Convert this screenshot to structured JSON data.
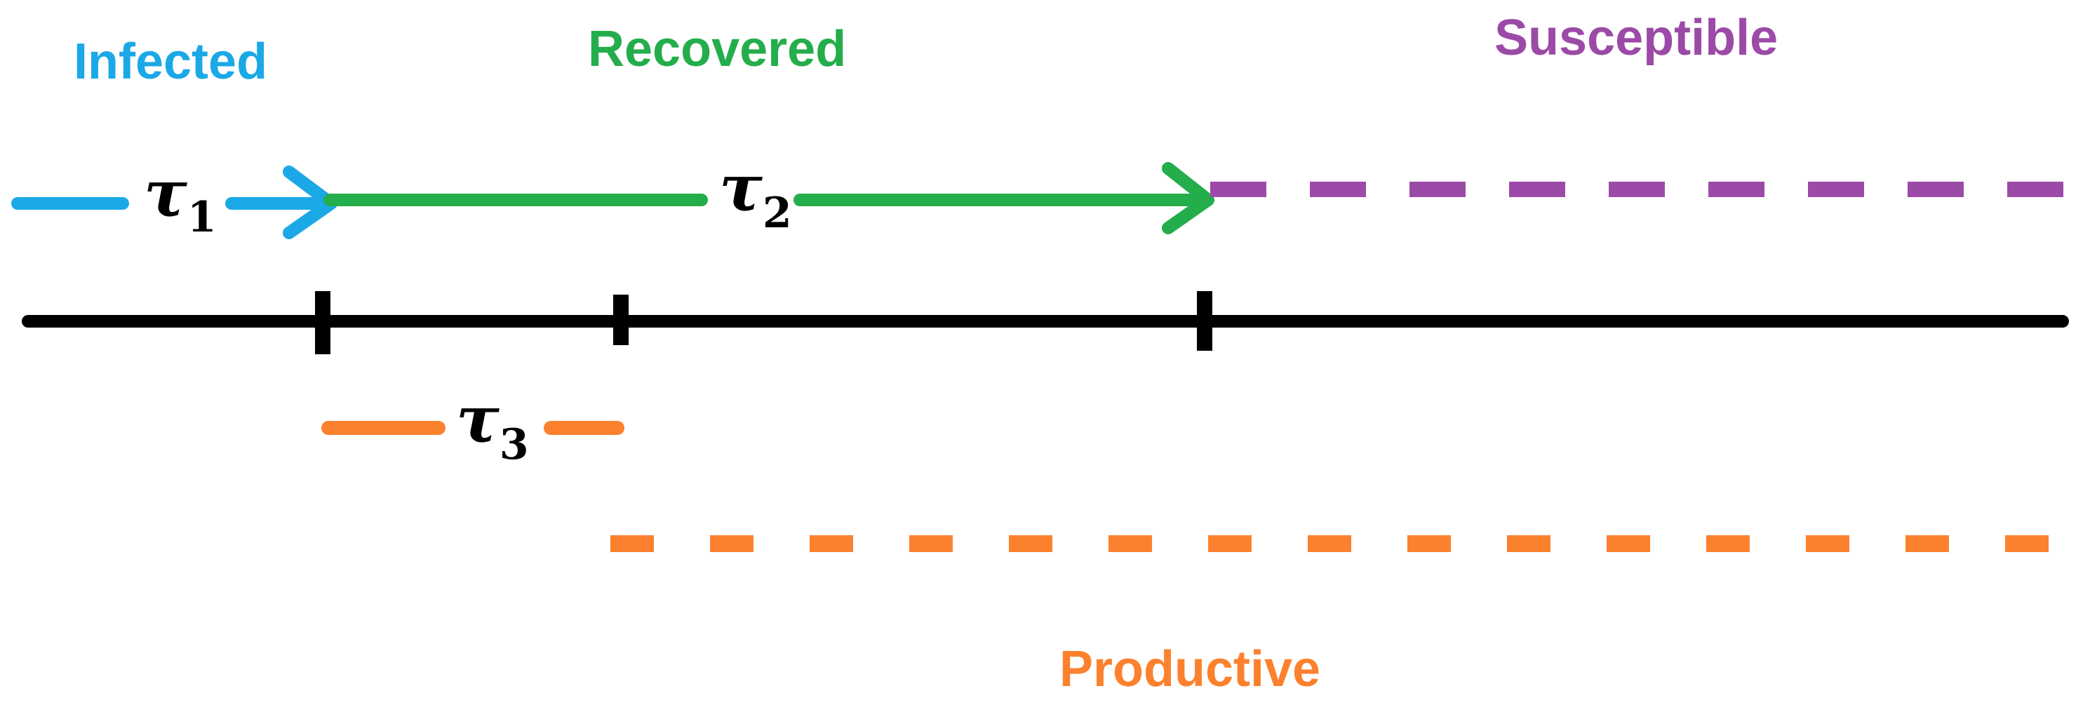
{
  "labels": {
    "infected": "Infected",
    "recovered": "Recovered",
    "susceptible": "Susceptible",
    "productive": "Productive"
  },
  "taus": {
    "tau1": {
      "symbol": "τ",
      "sub": "1"
    },
    "tau2": {
      "symbol": "τ",
      "sub": "2"
    },
    "tau3": {
      "symbol": "τ",
      "sub": "3"
    }
  },
  "colors": {
    "infected": "#1ba8e6",
    "recovered": "#24ad4b",
    "susceptible": "#9c4aa7",
    "productive": "#fc812e",
    "timeline": "#000000"
  }
}
